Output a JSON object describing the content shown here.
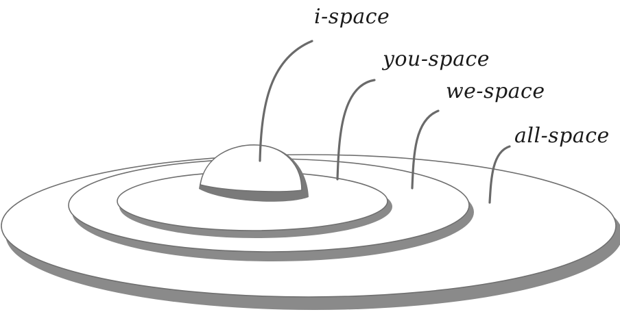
{
  "labels": {
    "i_space": "i-space",
    "you_space": "you-space",
    "we_space": "we-space",
    "all_space": "all-space"
  },
  "colors": {
    "outline": "#6f6f6f",
    "shadow": "#8a8a8a",
    "text": "#1a1a1a",
    "background": "#ffffff"
  }
}
